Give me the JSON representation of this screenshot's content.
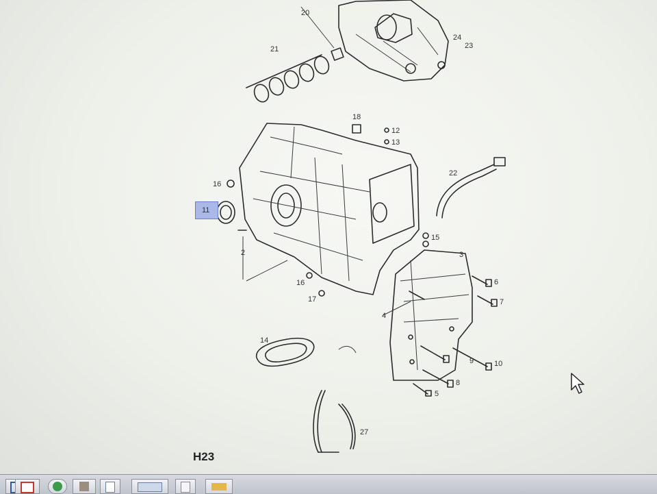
{
  "callouts": [
    "2",
    "3",
    "4",
    "5",
    "6",
    "7",
    "8",
    "9",
    "10",
    "11",
    "12",
    "13",
    "14",
    "15",
    "16",
    "16",
    "17",
    "18",
    "20",
    "21",
    "22",
    "23",
    "24",
    "27"
  ],
  "selected_callout": "11",
  "page_code": "H23",
  "icons": {
    "cursor": "arrow-cursor-icon",
    "taskbar": [
      "outlook-icon",
      "pdf-icon",
      "chrome-icon",
      "clipboard-icon",
      "document-icon",
      "window-icon",
      "notepad-icon",
      "folder-icon"
    ]
  },
  "colors": {
    "highlight": "#a9b8e6",
    "background": "#f3f4f0"
  }
}
